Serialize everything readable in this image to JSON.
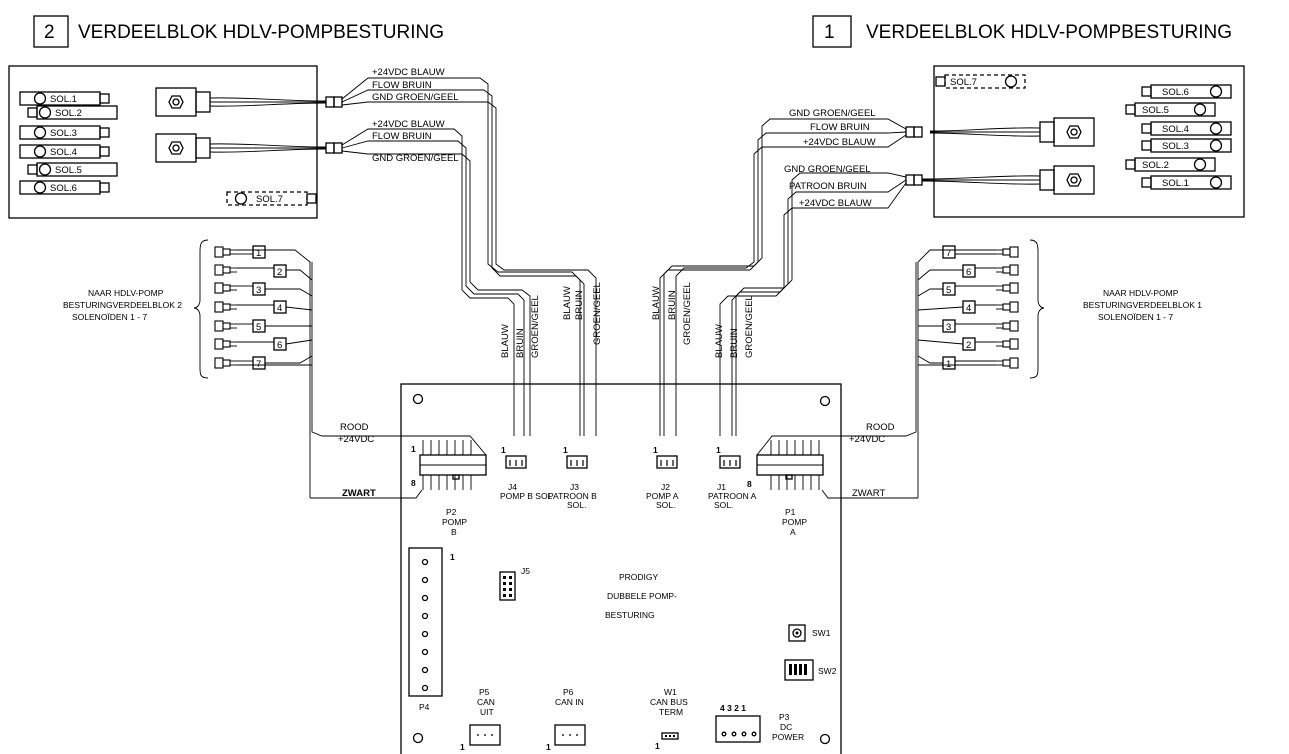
{
  "headers": {
    "left": {
      "number": "2",
      "title": "VERDEELBLOK HDLV-POMPBESTURING"
    },
    "right": {
      "number": "1",
      "title": "VERDEELBLOK HDLV-POMPBESTURING"
    }
  },
  "manifold_left": {
    "solenoids": [
      "SOL.1",
      "SOL.2",
      "SOL.3",
      "SOL.4",
      "SOL.5",
      "SOL.6",
      "SOL.7"
    ],
    "wires_top": [
      "+24VDC BLAUW",
      "FLOW  BRUIN",
      "GND GROEN/GEEL"
    ],
    "wires_bottom": [
      "+24VDC BLAUW",
      "FLOW  BRUIN",
      "GND GROEN/GEEL"
    ]
  },
  "manifold_right": {
    "solenoids": [
      "SOL.7",
      "SOL.6",
      "SOL.5",
      "SOL.4",
      "SOL.3",
      "SOL.2",
      "SOL.1"
    ],
    "wires_top": [
      "GND GROEN/GEEL",
      "FLOW  BRUIN",
      "+24VDC BLAUW"
    ],
    "wires_bottom": [
      "GND GROEN/GEEL",
      "PATROON  BRUIN",
      "+24VDC BLAUW"
    ]
  },
  "harness_left": {
    "numbers": [
      "1",
      "2",
      "3",
      "4",
      "5",
      "6",
      "7"
    ],
    "label_line1": "NAAR HDLV-POMP",
    "label_line2": "BESTURINGVERDEELBLOK 2",
    "label_line3": "SOLENOÏDEN 1 - 7"
  },
  "harness_right": {
    "numbers": [
      "7",
      "6",
      "5",
      "4",
      "3",
      "2",
      "1"
    ],
    "label_line1": "NAAR HDLV-POMP",
    "label_line2": "BESTURINGVERDEELBLOK 1",
    "label_line3": "SOLENOÏDEN 1 - 7"
  },
  "vertical_wires": [
    "BLAUW",
    "BRUIN",
    "GROEN/GEEL"
  ],
  "power": {
    "rood": "ROOD",
    "v24": "+24VDC",
    "zwart": "ZWART"
  },
  "connectors": {
    "pin1": "1",
    "pin8": "8",
    "j4": [
      "J4",
      "POMP B SOL"
    ],
    "j3": [
      "J3",
      "PATROON B",
      "SOL."
    ],
    "j2": [
      "J2",
      "POMP A",
      "SOL."
    ],
    "j1": [
      "J1",
      "PATROON A",
      "SOL."
    ],
    "p2": [
      "P2",
      "POMP",
      "B"
    ],
    "p1": [
      "P1",
      "POMP",
      "A"
    ],
    "j5": "J5",
    "p4": "P4",
    "p5": [
      "P5",
      "CAN",
      "UIT"
    ],
    "p6": [
      "P6",
      "CAN IN"
    ],
    "w1": [
      "W1",
      "CAN BUS",
      "TERM"
    ],
    "p3": [
      "P3",
      "DC",
      "POWER"
    ],
    "p3_pins": "4 3 2 1",
    "sw1": "SW1",
    "sw2": "SW2"
  },
  "board_title": [
    "PRODIGY",
    "DUBBELE POMP-",
    "BESTURING"
  ]
}
